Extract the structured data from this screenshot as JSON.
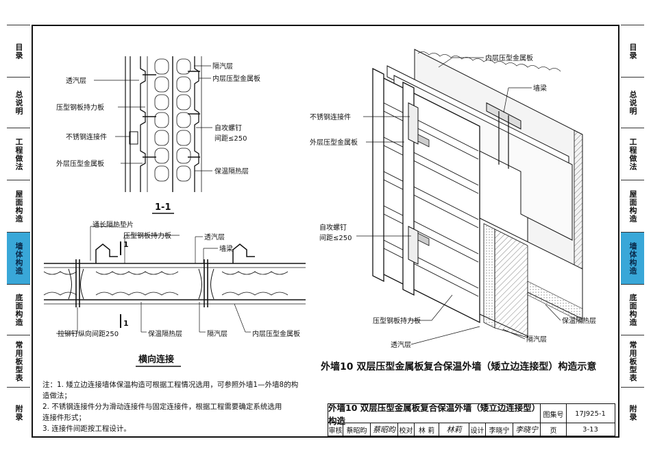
{
  "side_tabs": {
    "left": [
      {
        "label": "目录",
        "active": false
      },
      {
        "label": "总说明",
        "active": false
      },
      {
        "label": "工程做法",
        "active": false
      },
      {
        "label": "屋面构造",
        "active": false
      },
      {
        "label": "墙体构造",
        "active": true
      },
      {
        "label": "底面构造",
        "active": false
      },
      {
        "label": "常用板型表",
        "active": false
      },
      {
        "label": "附录",
        "active": false
      }
    ],
    "right": [
      {
        "label": "目录",
        "active": false
      },
      {
        "label": "总说明",
        "active": false
      },
      {
        "label": "工程做法",
        "active": false
      },
      {
        "label": "屋面构造",
        "active": false
      },
      {
        "label": "墙体构造",
        "active": true
      },
      {
        "label": "底面构造",
        "active": false
      },
      {
        "label": "常用板型表",
        "active": false
      },
      {
        "label": "附录",
        "active": false
      }
    ]
  },
  "section_1_1": {
    "caption": "1-1",
    "labels": {
      "vapor_permeable": "透汽层",
      "steel_support": "压型钢板持力板",
      "stainless_connector": "不锈钢连接件",
      "outer_panel": "外层压型金属板",
      "vapor_barrier": "隔汽层",
      "inner_panel": "内层压型金属板",
      "screw": "自攻螺钉",
      "screw_spacing": "间距≤250",
      "insulation": "保温隔热层"
    }
  },
  "horizontal": {
    "caption": "横向连接",
    "section_mark": "1",
    "labels": {
      "pad": "通长隔热垫片",
      "steel_support": "压型钢板持力板",
      "vapor_permeable": "透汽层",
      "wall_beam": "墙梁",
      "rivet": "拉铆钉纵向间距250",
      "insulation": "保温隔热层",
      "vapor_barrier": "隔汽层",
      "inner_panel": "内层压型金属板"
    }
  },
  "iso": {
    "labels": {
      "inner_panel": "内层压型金属板",
      "wall_beam": "墙梁",
      "stainless_connector": "不锈钢连接件",
      "outer_panel": "外层压型金属板",
      "screw": "自攻螺钉",
      "screw_spacing": "间距≤250",
      "steel_support": "压型钢板持力板",
      "vapor_permeable": "透汽层",
      "insulation": "保温隔热层",
      "vapor_barrier": "隔汽层"
    },
    "title": "外墙10  双层压型金属板复合保温外墙（矮立边连接型）构造示意"
  },
  "notes": [
    "注：1. 矮立边连接墙体保温构造可根据工程情况选用，可参照外墙1—外墙8的构",
    "        造做法；",
    "    2. 不锈钢连接件分为滑动连接件与固定连接件，根据工程需要确定系统选用",
    "        连接件形式；",
    "    3. 连接件间距按工程设计。"
  ],
  "title_block": {
    "title": "外墙10  双层压型金属板复合保温外墙（矮立边连接型）构造",
    "atlas_label": "图集号",
    "atlas_no": "17J925-1",
    "review_label": "审核",
    "reviewer": "蔡昭昀",
    "reviewer_sig": "蔡昭昀",
    "check_label": "校对",
    "checker": "林  莉",
    "checker_sig": "林莉",
    "design_label": "设计",
    "designer": "李晓宁",
    "designer_sig": "李晓宁",
    "page_label": "页",
    "page_no": "3-13"
  }
}
